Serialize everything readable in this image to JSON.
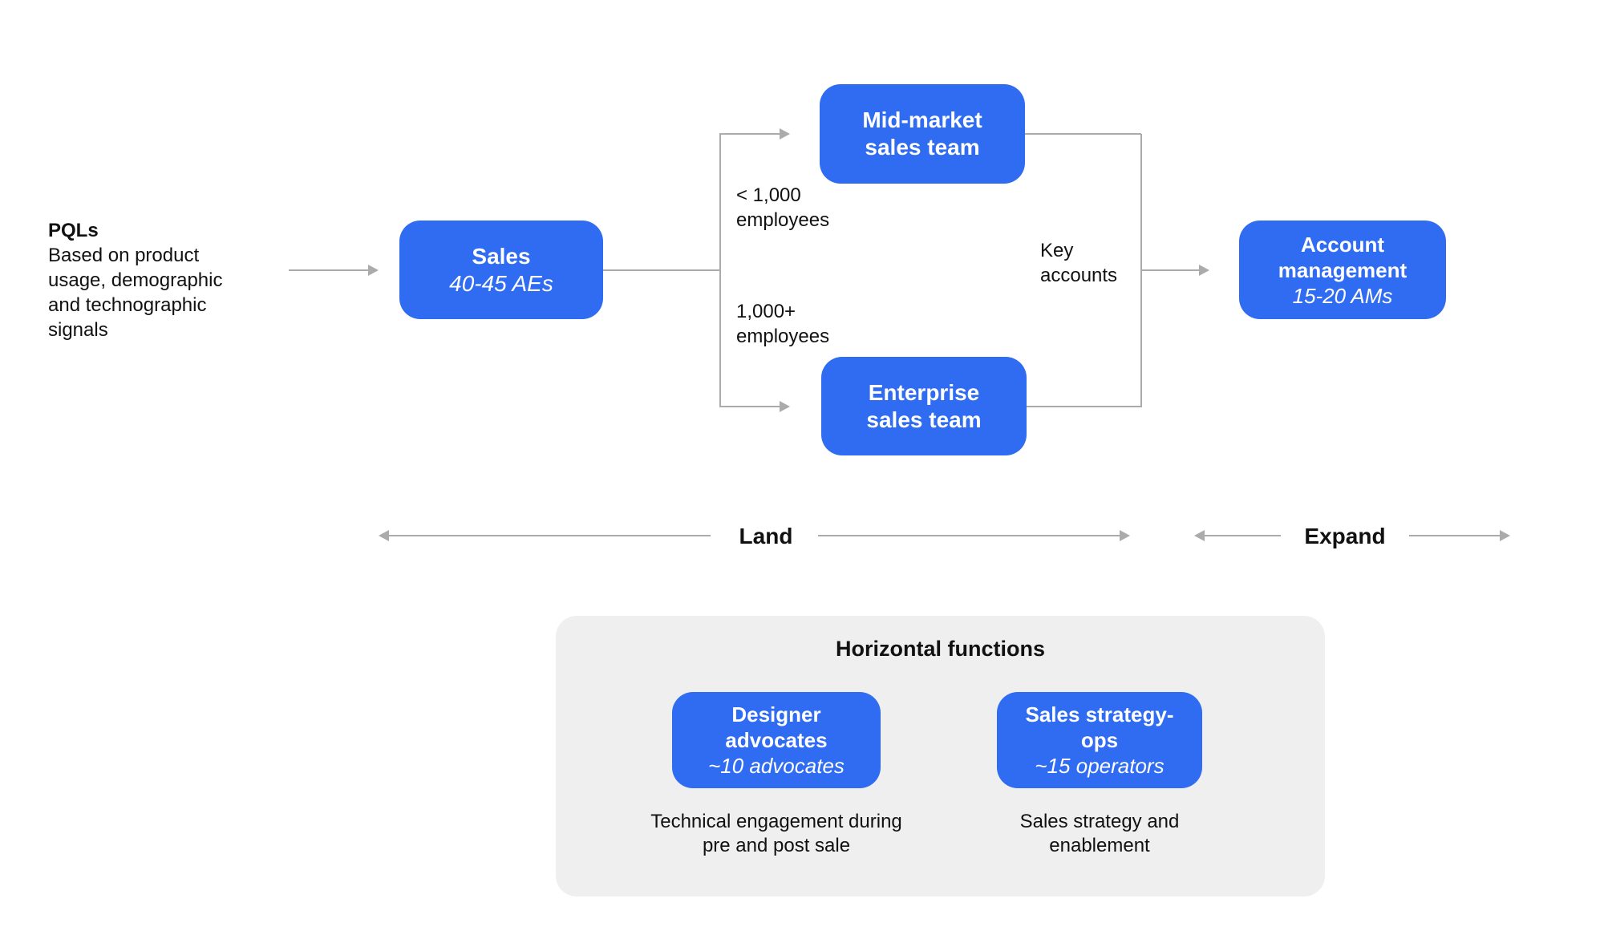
{
  "colors": {
    "node_blue": "#2F6CF1",
    "connector_gray": "#ABABAB",
    "panel_gray": "#EFEFEF",
    "text_black": "#111111",
    "node_text_white": "#FFFFFF"
  },
  "pql_note": {
    "title": "PQLs",
    "body": "Based on product usage, demographic and technographic signals"
  },
  "nodes": {
    "sales": {
      "title": "Sales",
      "subtitle": "40-45 AEs"
    },
    "mid_market": {
      "title": "Mid-market sales team"
    },
    "enterprise": {
      "title": "Enterprise sales team"
    },
    "account_management": {
      "title": "Account management",
      "subtitle": "15-20 AMs"
    }
  },
  "edge_labels": {
    "to_mid_market": "< 1,000 employees",
    "to_enterprise": "1,000+ employees",
    "to_account_management": "Key accounts"
  },
  "phases": {
    "land": "Land",
    "expand": "Expand"
  },
  "horizontal_functions": {
    "title": "Horizontal functions",
    "items": [
      {
        "title": "Designer advocates",
        "subtitle": "~10 advocates",
        "description": "Technical engagement during pre and post sale"
      },
      {
        "title": "Sales strategy-ops",
        "subtitle": "~15 operators",
        "description": "Sales strategy and enablement"
      }
    ]
  }
}
